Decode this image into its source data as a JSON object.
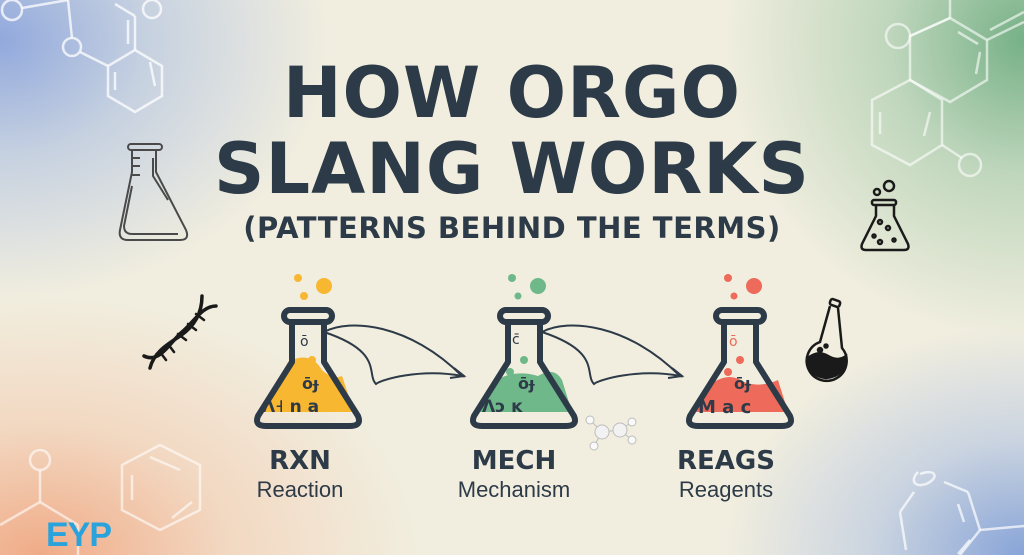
{
  "header": {
    "title_line1": "HOW ORGO",
    "title_line2": "SLANG WORKS",
    "subtitle": "(PATTERNS BEHIND THE TERMS)"
  },
  "terms": [
    {
      "abbr": "RXN",
      "full": "Reaction",
      "color": "#f7b731",
      "flask_label": "Ʌ˧ n a",
      "neck_mark": "ō",
      "mid_mark": "ōɟ"
    },
    {
      "abbr": "MECH",
      "full": "Mechanism",
      "color": "#6fb88a",
      "flask_label": "Ʌɔ ĸ",
      "neck_mark": "c̄",
      "mid_mark": "ōɟ"
    },
    {
      "abbr": "REAGS",
      "full": "Reagents",
      "color": "#ee6a5a",
      "flask_label": "M a c",
      "neck_mark": "ō",
      "mid_mark": "ōɟ"
    }
  ],
  "icons": [
    "erlenmeyer-flask-outline-icon",
    "dna-helix-icon",
    "bubbling-flask-icon",
    "round-bottom-flask-icon",
    "molecule-icon"
  ],
  "brand": {
    "logo_text": "EYP",
    "color": "#2aa3dc"
  },
  "colors": {
    "text": "#2d3a47",
    "background": "#f1eedf",
    "outline": "#2d3a47"
  }
}
